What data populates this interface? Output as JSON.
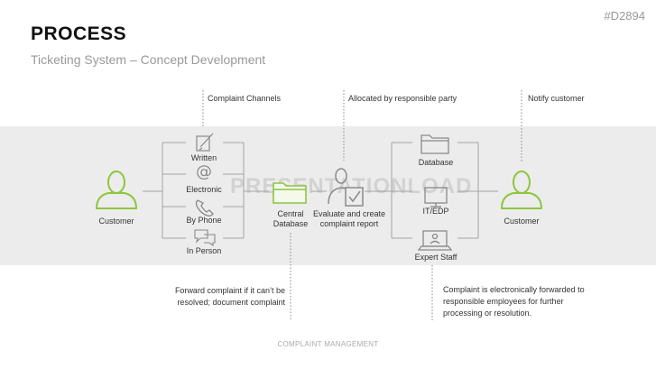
{
  "header": {
    "title": "PROCESS",
    "subtitle": "Ticketing System – Concept Development",
    "code": "#D2894"
  },
  "annotations": {
    "complaint_channels": "Complaint Channels",
    "allocated": "Allocated by responsible party",
    "notify": "Notify customer",
    "forward_line1": "Forward complaint if it can’t be",
    "forward_line2": "resolved; document complaint",
    "forwarded_line1": "Complaint is electronically forwarded to",
    "forwarded_line2": "responsible employees for further",
    "forwarded_line3": "processing or resolution."
  },
  "nodes": {
    "customer_left": "Customer",
    "channels": [
      "Written",
      "Electronic",
      "By Phone",
      "In Person"
    ],
    "central_db_line1": "Central",
    "central_db_line2": "Database",
    "evaluate_line1": "Evaluate and create",
    "evaluate_line2": "complaint report",
    "targets": [
      "Database",
      "IT/EDP",
      "Expert Staff"
    ],
    "customer_right": "Customer"
  },
  "watermark": "PRESENTATIONLOAD",
  "footer": "COMPLAINT MANAGEMENT",
  "colors": {
    "accent": "#8dc63f",
    "line": "#999999",
    "icon": "#8a8a8a",
    "band": "#ececec"
  }
}
